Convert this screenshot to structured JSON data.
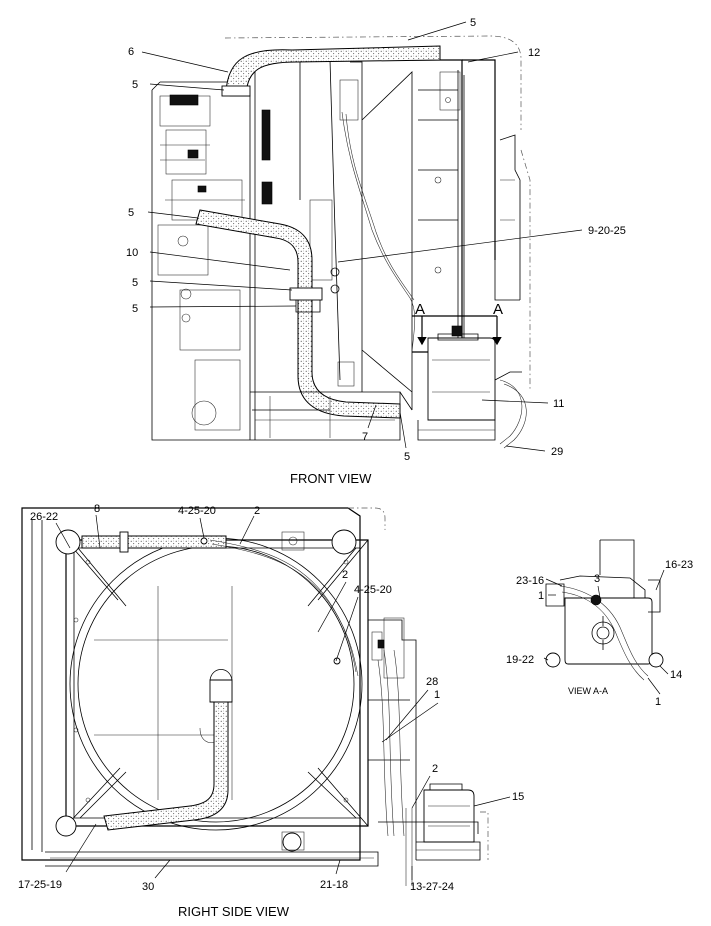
{
  "views": {
    "front": "FRONT VIEW",
    "right_side": "RIGHT SIDE VIEW",
    "section": "VIEW A-A",
    "section_mark": "A"
  },
  "callouts": {
    "front": [
      "5",
      "6",
      "5",
      "12",
      "5",
      "9-20-25",
      "10",
      "5",
      "5",
      "11",
      "7",
      "5",
      "29"
    ],
    "side": [
      "8",
      "4-25-20",
      "2",
      "26-22",
      "2",
      "4-25-20",
      "28",
      "1",
      "2",
      "15",
      "17-25-19",
      "30",
      "21-18",
      "13-27-24"
    ],
    "section": [
      "3",
      "16-23",
      "23-16",
      "1",
      "19-22",
      "14",
      "1"
    ]
  }
}
